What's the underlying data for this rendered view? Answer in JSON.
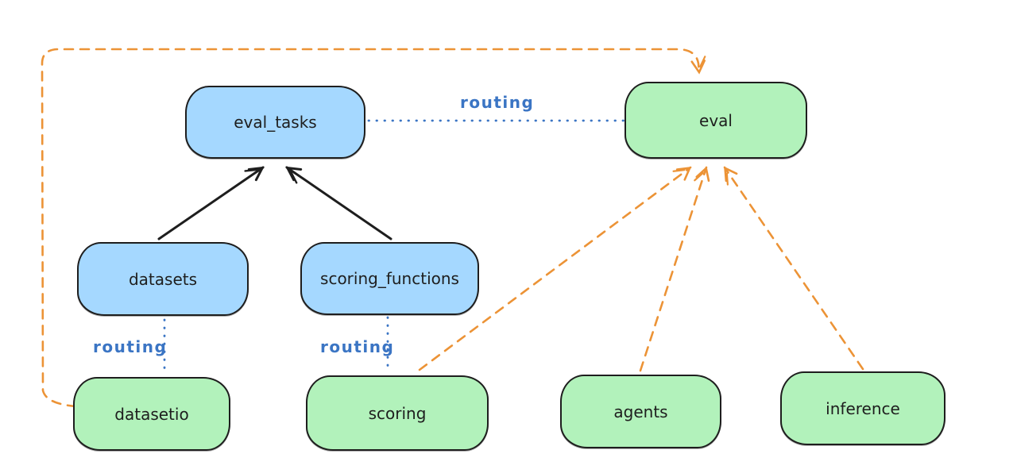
{
  "diagram": {
    "colors": {
      "background": "#ffffff",
      "node_border": "#1e1e1e",
      "blue_node_fill": "#a5d8ff",
      "green_node_fill": "#b2f2bb",
      "routing_blue": "#3b75c4",
      "solid_arrow_black": "#1e1e1e",
      "dashed_arrow_orange": "#ec9336"
    },
    "nodes": {
      "eval_tasks": {
        "label": "eval_tasks",
        "color": "blue"
      },
      "datasets": {
        "label": "datasets",
        "color": "blue"
      },
      "scoring_functions": {
        "label": "scoring_functions",
        "color": "blue"
      },
      "eval": {
        "label": "eval",
        "color": "green"
      },
      "datasetio": {
        "label": "datasetio",
        "color": "green"
      },
      "scoring": {
        "label": "scoring",
        "color": "green"
      },
      "agents": {
        "label": "agents",
        "color": "green"
      },
      "inference": {
        "label": "inference",
        "color": "green"
      }
    },
    "edge_labels": {
      "routing_top": {
        "text": "routing"
      },
      "routing_left": {
        "text": "routing"
      },
      "routing_mid": {
        "text": "routing"
      }
    },
    "edges": [
      {
        "from": "datasets",
        "to": "eval_tasks",
        "style": "solid-black-arrow"
      },
      {
        "from": "scoring_functions",
        "to": "eval_tasks",
        "style": "solid-black-arrow"
      },
      {
        "from": "eval_tasks",
        "to": "eval",
        "style": "dotted-blue",
        "label": "routing"
      },
      {
        "from": "datasets",
        "to": "datasetio",
        "style": "dotted-blue",
        "label": "routing"
      },
      {
        "from": "scoring_functions",
        "to": "scoring",
        "style": "dotted-blue",
        "label": "routing"
      },
      {
        "from": "datasetio",
        "to": "eval",
        "style": "dashed-orange-arrow"
      },
      {
        "from": "scoring",
        "to": "eval",
        "style": "dashed-orange-arrow"
      },
      {
        "from": "agents",
        "to": "eval",
        "style": "dashed-orange-arrow"
      },
      {
        "from": "inference",
        "to": "eval",
        "style": "dashed-orange-arrow"
      }
    ]
  }
}
